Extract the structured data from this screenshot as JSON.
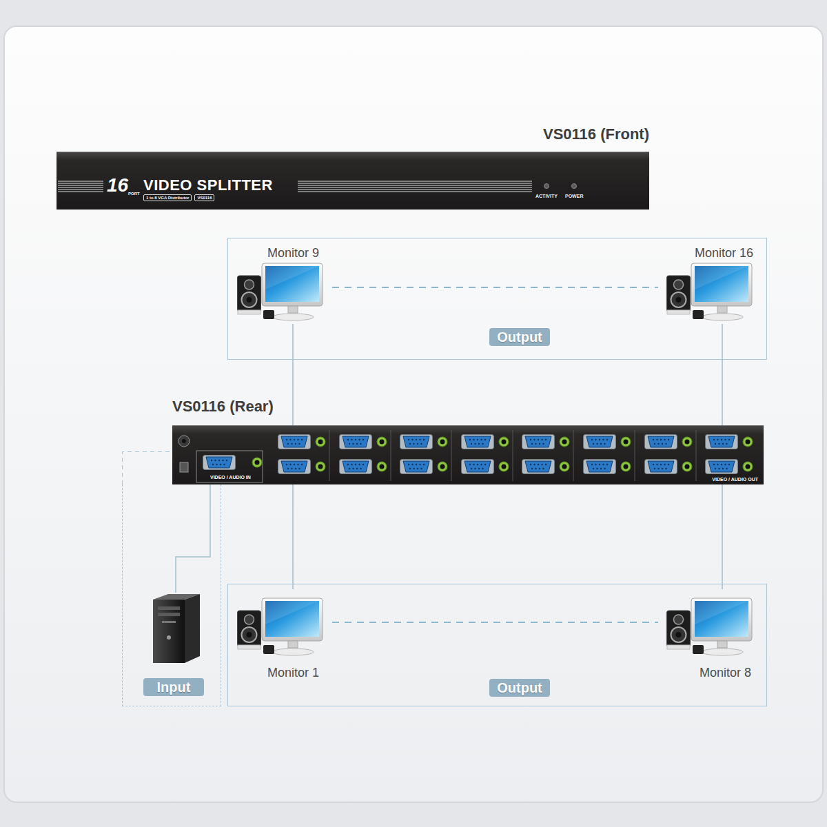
{
  "diagram": {
    "nodes": [
      {
        "text": [
          "VS0116 (Front)",
          "16",
          "PORT",
          "VIDEO SPLITTER",
          "1 to 8 VGA Distributor",
          "VS0116",
          "ACTIVITY",
          "POWER"
        ]
      },
      {
        "text": [
          "Output"
        ]
      },
      {
        "text": [
          "Monitor 9"
        ],
        "in": 1
      },
      {
        "text": [
          "Monitor 16"
        ],
        "in": 1
      },
      {
        "text": [
          "VS0116 (Rear)",
          "VIDEO / AUDIO IN",
          "VIDEO / AUDIO OUT"
        ]
      },
      {
        "text": [
          "Input"
        ]
      },
      {
        "text": [
          "Output"
        ]
      },
      {
        "text": [
          "Monitor 1"
        ],
        "in": 6
      },
      {
        "text": [
          "Monitor 8"
        ],
        "in": 6
      }
    ],
    "edges": [
      {
        "from": 2,
        "to": 4,
        "arrow": "none"
      },
      {
        "from": 3,
        "to": 4,
        "arrow": "none"
      },
      {
        "from": 5,
        "to": 4,
        "arrow": "none"
      },
      {
        "from": 4,
        "to": 7,
        "arrow": "none"
      },
      {
        "from": 4,
        "to": 8,
        "arrow": "none"
      }
    ]
  }
}
